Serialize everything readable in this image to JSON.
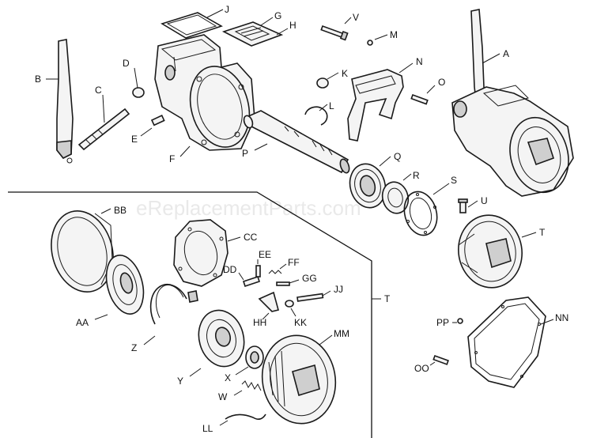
{
  "watermark": "eReplacementParts.com",
  "labels": {
    "J": "J",
    "G": "G",
    "H": "H",
    "V": "V",
    "M": "M",
    "A": "A",
    "D": "D",
    "B": "B",
    "C": "C",
    "K": "K",
    "N": "N",
    "O": "O",
    "E": "E",
    "L": "L",
    "F": "F",
    "P": "P",
    "Q": "Q",
    "R": "R",
    "S": "S",
    "U": "U",
    "T": "T",
    "BB": "BB",
    "CC": "CC",
    "EE": "EE",
    "FF": "FF",
    "DD": "DD",
    "GG": "GG",
    "JJ": "JJ",
    "T2": "T",
    "AA": "AA",
    "HH": "HH",
    "KK": "KK",
    "PP": "PP",
    "NN": "NN",
    "Z": "Z",
    "MM": "MM",
    "X": "X",
    "Y": "Y",
    "OO": "OO",
    "W": "W",
    "LL": "LL"
  }
}
